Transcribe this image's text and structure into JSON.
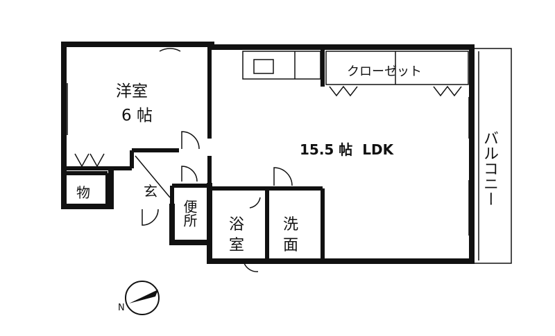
{
  "plan": {
    "western_room": {
      "name": "洋室",
      "size": "6 帖"
    },
    "ldk": {
      "label": "15.5 帖  LDK"
    },
    "closet": {
      "label": "クローゼット"
    },
    "balcony": {
      "label": "バルコニー"
    },
    "storage": {
      "label": "物"
    },
    "entrance": {
      "label": "玄"
    },
    "toilet": {
      "label": "便所"
    },
    "bath": {
      "label": "浴室"
    },
    "washroom": {
      "label": "洗面"
    }
  },
  "compass": {
    "north_label": "N",
    "icon": "north-arrow-icon"
  },
  "colors": {
    "wall": "#111111",
    "background": "#ffffff"
  }
}
